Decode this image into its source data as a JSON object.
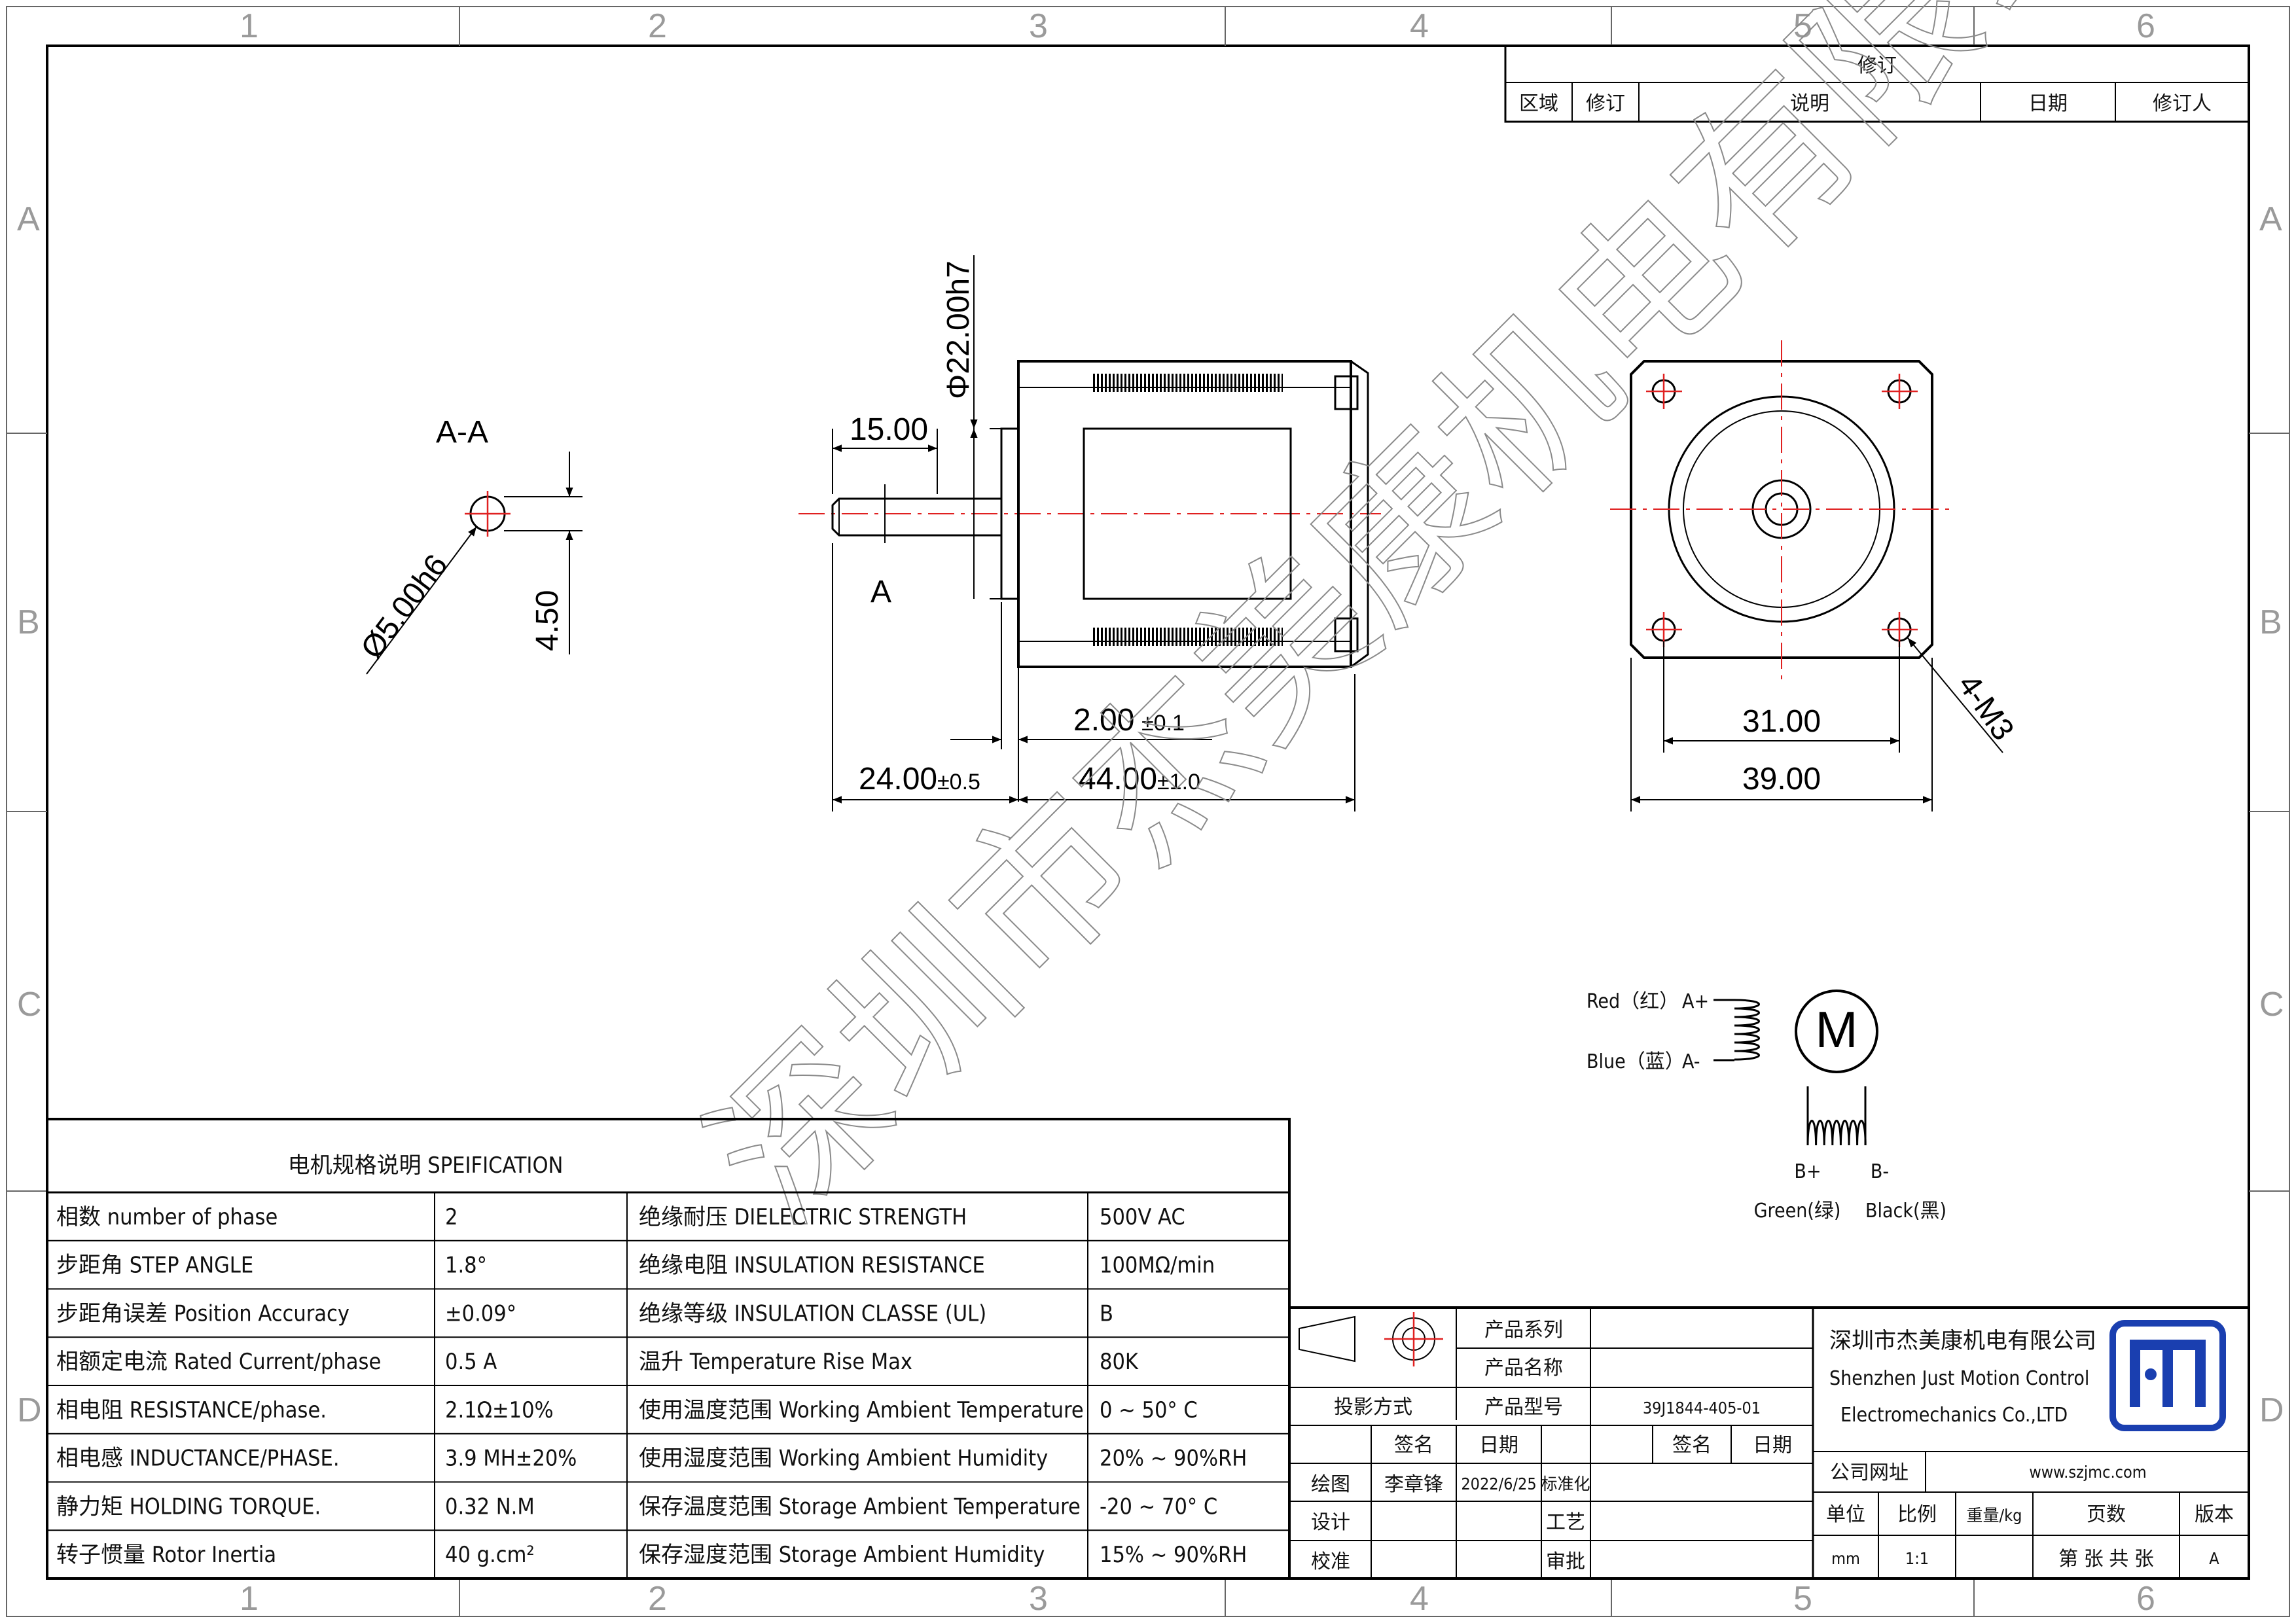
{
  "frame": {
    "columns": [
      "1",
      "2",
      "3",
      "4",
      "5",
      "6"
    ],
    "rows": [
      "A",
      "B",
      "C",
      "D"
    ]
  },
  "revision": {
    "title": "修订",
    "headers": [
      "区域",
      "修订",
      "说明",
      "日期",
      "修订人"
    ]
  },
  "section_view": {
    "label": "A-A",
    "diameter": "Ø5.00h6",
    "flat": "4.50"
  },
  "side_view": {
    "shaft_dia": "Φ22.00h7",
    "shaft_flat_len": "15.00",
    "section_mark": "A",
    "boss": "2.00",
    "boss_tol": "±0.1",
    "shaft_len": "24.00",
    "shaft_tol": "±0.5",
    "body_len": "44.00",
    "body_tol": "±1.0"
  },
  "front_view": {
    "hole_pitch": "31.00",
    "body_width": "39.00",
    "holes": "4-M3"
  },
  "wiring": {
    "a_plus_color": "Red（红）",
    "a_plus": "A+",
    "a_minus_color": "Blue（蓝）",
    "a_minus": "A-",
    "motor": "M",
    "b_plus": "B+",
    "b_minus": "B-",
    "b_plus_color": "Green(绿)",
    "b_minus_color": "Black(黑)"
  },
  "spec": {
    "title": "电机规格说明 SPEIFICATION",
    "rows": [
      [
        "相数 number of phase",
        "2",
        "绝缘耐压 DIELECTRIC STRENGTH",
        "500V AC"
      ],
      [
        "步距角 STEP ANGLE",
        "1.8°",
        "绝缘电阻 INSULATION RESISTANCE",
        "100MΩ/min"
      ],
      [
        "步距角误差 Position Accuracy",
        "±0.09°",
        "绝缘等级 INSULATION CLASSE (UL)",
        "B"
      ],
      [
        "相额定电流 Rated Current/phase",
        "0.5 A",
        "温升 Temperature Rise Max",
        "80K"
      ],
      [
        "相电阻 RESISTANCE/phase.",
        "2.1Ω±10%",
        "使用温度范围 Working Ambient Temperature",
        "0 ~ 50° C"
      ],
      [
        "相电感 INDUCTANCE/PHASE.",
        "3.9 MH±20%",
        "使用湿度范围 Working Ambient Humidity",
        "20% ~ 90%RH"
      ],
      [
        "静力矩 HOLDING TORQUE.",
        "0.32 N.M",
        "保存温度范围 Storage Ambient Temperature",
        "-20 ~ 70° C"
      ],
      [
        "转子惯量 Rotor Inertia",
        "40 g.cm²",
        "保存湿度范围 Storage Ambient Humidity",
        "15% ~ 90%RH"
      ]
    ]
  },
  "title_block": {
    "product_series": "产品系列",
    "product_name": "产品名称",
    "projection": "投影方式",
    "product_model": "产品型号",
    "model_value": "39J1844-405-01",
    "sign": "签名",
    "date": "日期",
    "drawn": "绘图",
    "drawn_by": "李章锋",
    "drawn_date": "2022/6/25",
    "standard": "标准化",
    "design": "设计",
    "process": "工艺",
    "check": "校准",
    "approve": "审批",
    "company_cn": "深圳市杰美康机电有限公司",
    "company_en1": "Shenzhen Just Motion Control",
    "company_en2": "Electromechanics Co.,LTD",
    "website_label": "公司网址",
    "website": "www.szjmc.com",
    "unit_label": "单位",
    "scale_label": "比例",
    "weight_label": "重量/kg",
    "pages_label": "页数",
    "version_label": "版本",
    "unit": "mm",
    "scale": "1:1",
    "pages": "第 张 共 张",
    "version": "A"
  },
  "watermark": "深圳市杰美康机电有限公司"
}
